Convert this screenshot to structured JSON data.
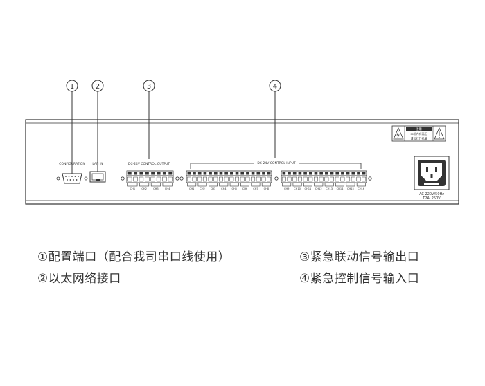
{
  "callouts": [
    "①",
    "②",
    "③",
    "④"
  ],
  "panel_labels": {
    "configuration": "CONFIGURATION",
    "lan_in": "LAN IN",
    "control_output": "DC-24V CONTROL OUTPUT",
    "control_input": "DC-24V CONTROL INPUT",
    "warning_title": "注意",
    "warning_line1": "本机内有高压",
    "warning_line2": "请勿打开机盖",
    "power_rating": "AC 220V/50Hz",
    "fuse_rating": "T2AL250V"
  },
  "output_terminals": [
    "CH1",
    "CH2",
    "CH3",
    "CH4"
  ],
  "input_terminals_left": [
    "CH1",
    "CH2",
    "CH3",
    "CH4",
    "CH5",
    "CH6",
    "CH7",
    "CH8"
  ],
  "input_terminals_right": [
    "CH9",
    "CH10",
    "CH11",
    "CH12",
    "CH13",
    "CH14",
    "CH15",
    "CH16"
  ],
  "legend": {
    "item1": "①配置端口（配合我司串口线使用）",
    "item2": "②以太网络接口",
    "item3": "③紧急联动信号输出口",
    "item4": "④紧急控制信号输入口"
  },
  "colors": {
    "stroke": "#333333",
    "text": "#333333"
  }
}
